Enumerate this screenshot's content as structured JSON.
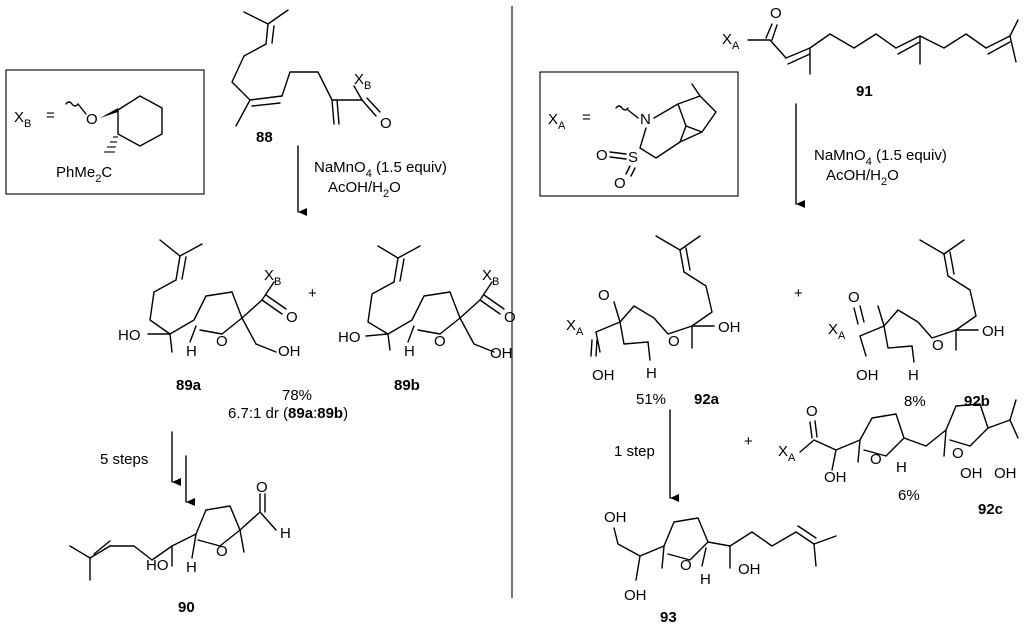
{
  "left": {
    "box": {
      "xb_label": "X",
      "xb_sub": "B",
      "equals": "=",
      "O": "O",
      "group": "PhMe",
      "group_sub": "2",
      "group_end": "C"
    },
    "sm": {
      "label": "88",
      "xb_label": "X",
      "xb_sub": "B",
      "O": "O"
    },
    "reagent1": {
      "line1": "NaMnO",
      "line1_sub": "4",
      "line1_end": " (1.5 equiv)",
      "line2": "AcOH/H",
      "line2_sub": "2",
      "line2_end": "O"
    },
    "p89a": {
      "label": "89a",
      "HO": "HO",
      "H": "H",
      "O_ring": "O",
      "OH": "OH",
      "O_carbonyl": "O",
      "xb": "X",
      "xb_sub": "B"
    },
    "plus": "+",
    "p89b": {
      "label": "89b",
      "HO": "HO",
      "H": "H",
      "O_ring": "O",
      "OH": "OH",
      "O_carbonyl": "O",
      "xb": "X",
      "xb_sub": "B"
    },
    "yield": "78%",
    "dr_pre": "6.7:1 dr (",
    "dr_a": "89a",
    "dr_colon": ":",
    "dr_b": "89b",
    "dr_post": ")",
    "steps": "5 steps",
    "p90": {
      "label": "90",
      "HO": "HO",
      "H_ring": "H",
      "O_ring": "O",
      "O_ald": "O",
      "H_ald": "H"
    }
  },
  "right": {
    "sm": {
      "label": "91",
      "xa": "X",
      "xa_sub": "A",
      "O": "O"
    },
    "box": {
      "xa": "X",
      "xa_sub": "A",
      "equals": "=",
      "N": "N",
      "S": "S",
      "O1": "O",
      "O2": "O"
    },
    "reagent": {
      "line1": "NaMnO",
      "line1_sub": "4",
      "line1_end": " (1.5 equiv)",
      "line2": "AcOH/H",
      "line2_sub": "2",
      "line2_end": "O"
    },
    "p92a": {
      "label": "92a",
      "xa": "X",
      "xa_sub": "A",
      "O_carbonyl": "O",
      "OH_alpha": "OH",
      "O_ring": "O",
      "H": "H",
      "OH": "OH",
      "yield": "51%"
    },
    "plus1": "+",
    "p92b": {
      "label": "92b",
      "xa": "X",
      "xa_sub": "A",
      "O_carbonyl": "O",
      "OH_alpha": "OH",
      "O_ring": "O",
      "H": "H",
      "OH": "OH",
      "yield": "8%"
    },
    "step": "1 step",
    "plus2": "+",
    "p92c": {
      "label": "92c",
      "xa": "X",
      "xa_sub": "A",
      "O_carbonyl": "O",
      "OH_alpha": "OH",
      "O_ring1": "O",
      "H": "H",
      "O_ring2": "O",
      "OH1": "OH",
      "OH2": "OH",
      "yield": "6%"
    },
    "p93": {
      "label": "93",
      "OH_top": "OH",
      "OH_bot": "OH",
      "O_ring": "O",
      "H": "H",
      "OH": "OH"
    }
  }
}
